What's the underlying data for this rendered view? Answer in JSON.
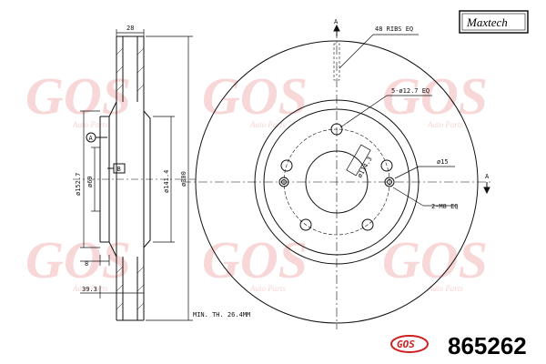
{
  "brand": {
    "logo_text": "Maxtech",
    "gos_logo_text": "GOS"
  },
  "part_number": "865262",
  "watermarks": {
    "text": "GOS",
    "sub_text": "Auto Parts"
  },
  "side_view": {
    "dim_width": "28",
    "dim_outer_dia": "ø300",
    "dim_hat_dia": "ø141.4",
    "dim_pcd": "ø152.7",
    "dim_center_bore": "ø69",
    "dim_hat_thickness": "8",
    "dim_offset": "39.3",
    "datum_a": "A",
    "datum_b": "B"
  },
  "front_view": {
    "ribs": "48 RIBS EQ",
    "holes": "5-ø12.7 EQ",
    "bore_box": "ø114.3",
    "small_dia": "ø15",
    "threads": "2-M8 EQ",
    "section_a": "A",
    "min_thickness": "MIN. TH. 26.4MM"
  }
}
